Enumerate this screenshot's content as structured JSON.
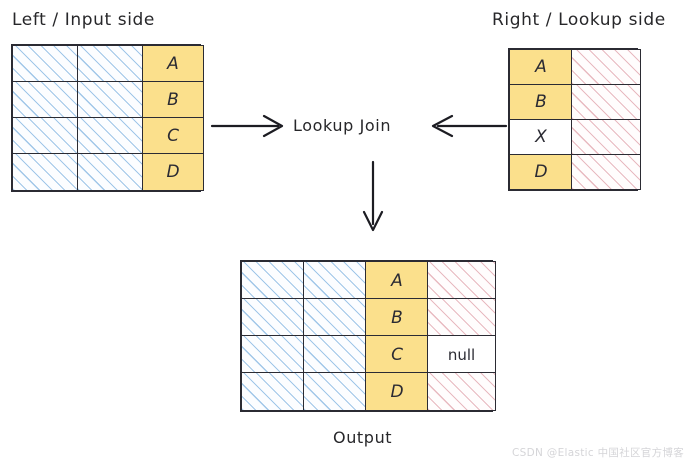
{
  "diagram": {
    "left_title": "Left / Input side",
    "right_title": "Right / Lookup side",
    "center_label": "Lookup Join",
    "output_title": "Output",
    "watermark": "CSDN @Elastic 中国社区官方博客",
    "colors": {
      "key_highlight": "#fbe08c",
      "left_hatch": "#82b4e1",
      "right_hatch": "#dc96a0",
      "stroke": "#2b2b33",
      "background": "#ffffff"
    }
  },
  "chart_data": {
    "type": "table",
    "title": "Lookup Join",
    "tables": [
      {
        "name": "left-input-table",
        "title": "Left / Input side",
        "columns": 3,
        "rows": [
          [
            {
              "text": "",
              "fill": "blue-hatch"
            },
            {
              "text": "",
              "fill": "blue-hatch"
            },
            {
              "text": "A",
              "fill": "yellow"
            }
          ],
          [
            {
              "text": "",
              "fill": "blue-hatch"
            },
            {
              "text": "",
              "fill": "blue-hatch"
            },
            {
              "text": "B",
              "fill": "yellow"
            }
          ],
          [
            {
              "text": "",
              "fill": "blue-hatch"
            },
            {
              "text": "",
              "fill": "blue-hatch"
            },
            {
              "text": "C",
              "fill": "yellow"
            }
          ],
          [
            {
              "text": "",
              "fill": "blue-hatch"
            },
            {
              "text": "",
              "fill": "blue-hatch"
            },
            {
              "text": "D",
              "fill": "yellow"
            }
          ]
        ]
      },
      {
        "name": "right-lookup-table",
        "title": "Right / Lookup side",
        "columns": 2,
        "rows": [
          [
            {
              "text": "A",
              "fill": "yellow"
            },
            {
              "text": "",
              "fill": "pink-hatch"
            }
          ],
          [
            {
              "text": "B",
              "fill": "yellow"
            },
            {
              "text": "",
              "fill": "pink-hatch"
            }
          ],
          [
            {
              "text": "X",
              "fill": "white"
            },
            {
              "text": "",
              "fill": "pink-hatch"
            }
          ],
          [
            {
              "text": "D",
              "fill": "yellow"
            },
            {
              "text": "",
              "fill": "pink-hatch"
            }
          ]
        ]
      },
      {
        "name": "output-table",
        "title": "Output",
        "columns": 4,
        "rows": [
          [
            {
              "text": "",
              "fill": "blue-hatch"
            },
            {
              "text": "",
              "fill": "blue-hatch"
            },
            {
              "text": "A",
              "fill": "yellow"
            },
            {
              "text": "",
              "fill": "pink-hatch"
            }
          ],
          [
            {
              "text": "",
              "fill": "blue-hatch"
            },
            {
              "text": "",
              "fill": "blue-hatch"
            },
            {
              "text": "B",
              "fill": "yellow"
            },
            {
              "text": "",
              "fill": "pink-hatch"
            }
          ],
          [
            {
              "text": "",
              "fill": "blue-hatch"
            },
            {
              "text": "",
              "fill": "blue-hatch"
            },
            {
              "text": "C",
              "fill": "yellow"
            },
            {
              "text": "null",
              "fill": "white"
            }
          ],
          [
            {
              "text": "",
              "fill": "blue-hatch"
            },
            {
              "text": "",
              "fill": "blue-hatch"
            },
            {
              "text": "D",
              "fill": "yellow"
            },
            {
              "text": "",
              "fill": "pink-hatch"
            }
          ]
        ]
      }
    ],
    "arrows": [
      {
        "name": "left-to-center",
        "direction": "right"
      },
      {
        "name": "right-to-center",
        "direction": "left"
      },
      {
        "name": "center-to-output",
        "direction": "down"
      }
    ],
    "annotations": [
      "Lookup Join",
      "null"
    ]
  }
}
